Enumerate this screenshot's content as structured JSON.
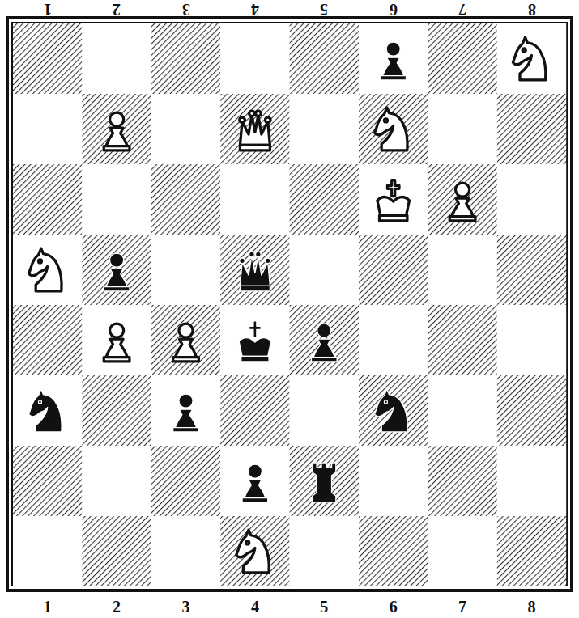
{
  "diagram": {
    "labels": [
      "1",
      "2",
      "3",
      "4",
      "5",
      "6",
      "7",
      "8",
      "1",
      "2",
      "3",
      "4",
      "5",
      "6",
      "7",
      "8"
    ]
  }
}
